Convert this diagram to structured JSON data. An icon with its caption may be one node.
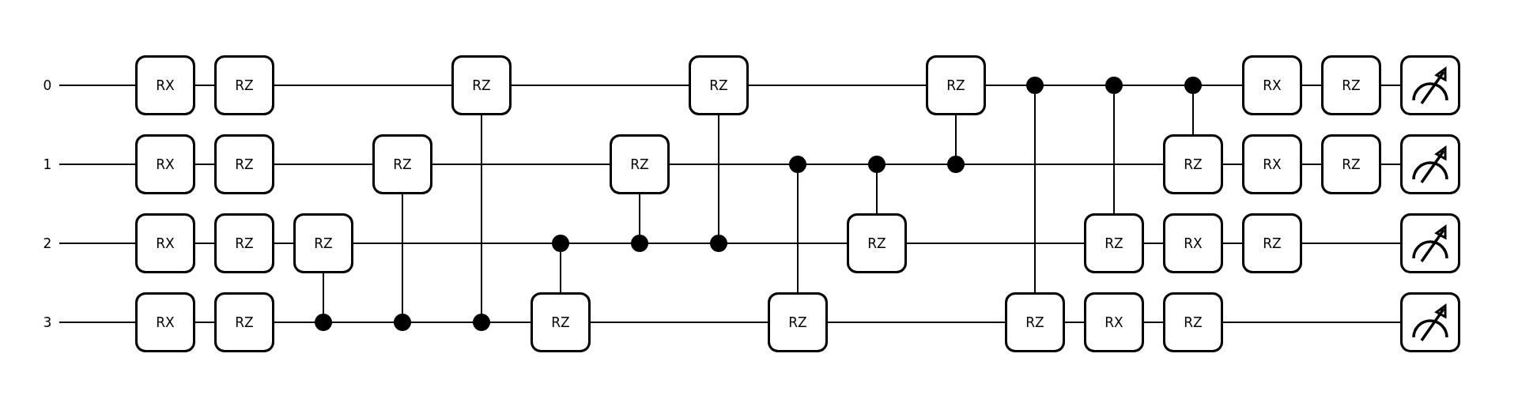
{
  "diagram": {
    "nodes": [
      {
        "text": [
          "0"
        ]
      },
      {
        "text": [
          "RX"
        ]
      },
      {
        "text": [
          "RZ"
        ]
      },
      {
        "text": [
          "RZ"
        ]
      },
      {
        "text": [
          "RZ"
        ]
      },
      {
        "text": [
          "RZ"
        ]
      },
      {
        "text": [],
        "shape": "circle"
      },
      {
        "text": [],
        "shape": "circle"
      },
      {
        "text": [],
        "shape": "circle"
      },
      {
        "text": [
          "RX"
        ]
      },
      {
        "text": [
          "RZ"
        ]
      },
      {
        "text": [],
        "shape": "box"
      },
      {
        "text": [
          "1"
        ]
      },
      {
        "text": [
          "RX"
        ]
      },
      {
        "text": [
          "RZ"
        ]
      },
      {
        "text": [
          "RZ"
        ]
      },
      {
        "text": [
          "RZ"
        ]
      },
      {
        "text": [],
        "shape": "circle"
      },
      {
        "text": [],
        "shape": "circle"
      },
      {
        "text": [],
        "shape": "circle"
      },
      {
        "text": [
          "RZ"
        ]
      },
      {
        "text": [
          "RX"
        ]
      },
      {
        "text": [
          "RZ"
        ]
      },
      {
        "text": [],
        "shape": "box"
      },
      {
        "text": [
          "2"
        ]
      },
      {
        "text": [
          "RX"
        ]
      },
      {
        "text": [
          "RZ"
        ]
      },
      {
        "text": [
          "RZ"
        ]
      },
      {
        "text": [],
        "shape": "circle"
      },
      {
        "text": [],
        "shape": "circle"
      },
      {
        "text": [],
        "shape": "circle"
      },
      {
        "text": [
          "RZ"
        ]
      },
      {
        "text": [
          "RZ"
        ]
      },
      {
        "text": [
          "RX"
        ]
      },
      {
        "text": [
          "RZ"
        ]
      },
      {
        "text": [],
        "shape": "box"
      },
      {
        "text": [
          "3"
        ]
      },
      {
        "text": [
          "RX"
        ]
      },
      {
        "text": [
          "RZ"
        ]
      },
      {
        "text": [],
        "shape": "circle"
      },
      {
        "text": [],
        "shape": "circle"
      },
      {
        "text": [],
        "shape": "circle"
      },
      {
        "text": [
          "RZ"
        ]
      },
      {
        "text": [
          "RZ"
        ]
      },
      {
        "text": [
          "RZ"
        ]
      },
      {
        "text": [
          "RX"
        ]
      },
      {
        "text": [
          "RZ"
        ]
      },
      {
        "text": [],
        "shape": "box"
      }
    ],
    "edges": [
      {
        "from": 0,
        "to": 1,
        "arrow": "none"
      },
      {
        "from": 1,
        "to": 2,
        "arrow": "none"
      },
      {
        "from": 2,
        "to": 3,
        "arrow": "none"
      },
      {
        "from": 3,
        "to": 4,
        "arrow": "none"
      },
      {
        "from": 4,
        "to": 5,
        "arrow": "none"
      },
      {
        "from": 5,
        "to": 6,
        "arrow": "none"
      },
      {
        "from": 6,
        "to": 7,
        "arrow": "none"
      },
      {
        "from": 7,
        "to": 8,
        "arrow": "none"
      },
      {
        "from": 8,
        "to": 9,
        "arrow": "none"
      },
      {
        "from": 9,
        "to": 10,
        "arrow": "none"
      },
      {
        "from": 10,
        "to": 11,
        "arrow": "none"
      },
      {
        "from": 12,
        "to": 13,
        "arrow": "none"
      },
      {
        "from": 13,
        "to": 14,
        "arrow": "none"
      },
      {
        "from": 14,
        "to": 15,
        "arrow": "none"
      },
      {
        "from": 15,
        "to": 16,
        "arrow": "none"
      },
      {
        "from": 16,
        "to": 17,
        "arrow": "none"
      },
      {
        "from": 17,
        "to": 18,
        "arrow": "none"
      },
      {
        "from": 18,
        "to": 19,
        "arrow": "none"
      },
      {
        "from": 19,
        "to": 20,
        "arrow": "none"
      },
      {
        "from": 20,
        "to": 21,
        "arrow": "none"
      },
      {
        "from": 21,
        "to": 22,
        "arrow": "none"
      },
      {
        "from": 22,
        "to": 23,
        "arrow": "none"
      },
      {
        "from": 24,
        "to": 25,
        "arrow": "none"
      },
      {
        "from": 25,
        "to": 26,
        "arrow": "none"
      },
      {
        "from": 26,
        "to": 27,
        "arrow": "none"
      },
      {
        "from": 27,
        "to": 28,
        "arrow": "none"
      },
      {
        "from": 28,
        "to": 29,
        "arrow": "none"
      },
      {
        "from": 29,
        "to": 30,
        "arrow": "none"
      },
      {
        "from": 30,
        "to": 31,
        "arrow": "none"
      },
      {
        "from": 31,
        "to": 32,
        "arrow": "none"
      },
      {
        "from": 32,
        "to": 33,
        "arrow": "none"
      },
      {
        "from": 33,
        "to": 34,
        "arrow": "none"
      },
      {
        "from": 34,
        "to": 35,
        "arrow": "none"
      },
      {
        "from": 36,
        "to": 37,
        "arrow": "none"
      },
      {
        "from": 37,
        "to": 38,
        "arrow": "none"
      },
      {
        "from": 38,
        "to": 39,
        "arrow": "none"
      },
      {
        "from": 39,
        "to": 40,
        "arrow": "none"
      },
      {
        "from": 40,
        "to": 41,
        "arrow": "none"
      },
      {
        "from": 41,
        "to": 42,
        "arrow": "none"
      },
      {
        "from": 42,
        "to": 43,
        "arrow": "none"
      },
      {
        "from": 43,
        "to": 44,
        "arrow": "none"
      },
      {
        "from": 44,
        "to": 45,
        "arrow": "none"
      },
      {
        "from": 45,
        "to": 46,
        "arrow": "none"
      },
      {
        "from": 46,
        "to": 47,
        "arrow": "none"
      },
      {
        "from": 39,
        "to": 27,
        "arrow": "none"
      },
      {
        "from": 40,
        "to": 15,
        "arrow": "none"
      },
      {
        "from": 41,
        "to": 3,
        "arrow": "none"
      },
      {
        "from": 28,
        "to": 42,
        "arrow": "none"
      },
      {
        "from": 29,
        "to": 16,
        "arrow": "none"
      },
      {
        "from": 30,
        "to": 4,
        "arrow": "none"
      },
      {
        "from": 17,
        "to": 43,
        "arrow": "none"
      },
      {
        "from": 18,
        "to": 31,
        "arrow": "none"
      },
      {
        "from": 19,
        "to": 5,
        "arrow": "none"
      },
      {
        "from": 6,
        "to": 44,
        "arrow": "none"
      },
      {
        "from": 7,
        "to": 32,
        "arrow": "none"
      },
      {
        "from": 8,
        "to": 20,
        "arrow": "none"
      }
    ]
  }
}
